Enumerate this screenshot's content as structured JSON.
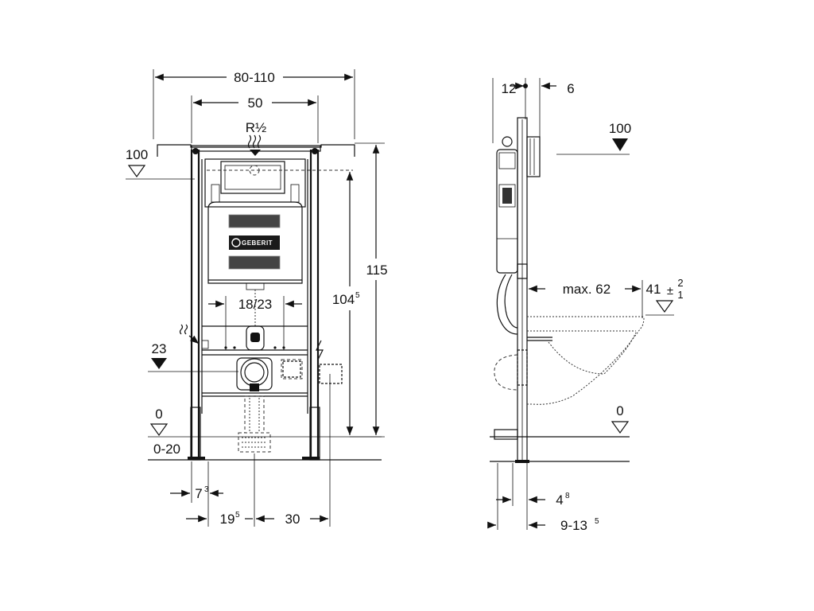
{
  "front": {
    "width_range": "80-110",
    "inner_width": "50",
    "supply_thread": "R½",
    "level_top": "100",
    "height_total": "115",
    "height_inner": "104",
    "height_inner_sup": "5",
    "flush_spacing": "18/23",
    "waste_level": "23",
    "floor_level": "0",
    "floor_adjust": "0-20",
    "foot_offset": "7",
    "foot_offset_sup": "3",
    "center_offset": "19",
    "center_offset_sup": "5",
    "waste_spacing": "30",
    "logo": "GEBERIT"
  },
  "side": {
    "depth_a": "12",
    "depth_b": "6",
    "level_top": "100",
    "projection": "max. 62",
    "seat_height": "41",
    "seat_tol_plus": "2",
    "seat_tol_minus": "1",
    "floor_level": "0",
    "depth_c": "4",
    "depth_c_sup": "8",
    "depth_d": "9-13",
    "depth_d_sup": "5"
  }
}
